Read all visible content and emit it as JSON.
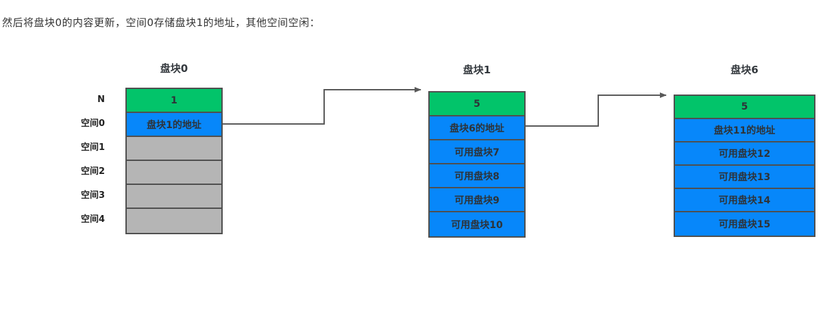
{
  "page": {
    "heading": "然后将盘块0的内容更新，空间0存储盘块1的地址，其他空间空闲："
  },
  "colors": {
    "used_green": "#02c46a",
    "free_blue": "#0787fa",
    "empty_gray": "#b5b5b5",
    "border": "#4f4f4f",
    "arrow": "#595959",
    "text": "#333333"
  },
  "row_labels": [
    "N",
    "空间0",
    "空间1",
    "空间2",
    "空间3",
    "空间4"
  ],
  "blocks": [
    {
      "title": "盘块0",
      "cells": [
        {
          "text": "1",
          "type": "green"
        },
        {
          "text": "盘块1的地址",
          "type": "blue"
        },
        {
          "text": "",
          "type": "gray"
        },
        {
          "text": "",
          "type": "gray"
        },
        {
          "text": "",
          "type": "gray"
        },
        {
          "text": "",
          "type": "gray"
        }
      ]
    },
    {
      "title": "盘块1",
      "cells": [
        {
          "text": "5",
          "type": "green"
        },
        {
          "text": "盘块6的地址",
          "type": "blue"
        },
        {
          "text": "可用盘块7",
          "type": "blue"
        },
        {
          "text": "可用盘块8",
          "type": "blue"
        },
        {
          "text": "可用盘块9",
          "type": "blue"
        },
        {
          "text": "可用盘块10",
          "type": "blue"
        }
      ]
    },
    {
      "title": "盘块6",
      "cells": [
        {
          "text": "5",
          "type": "green"
        },
        {
          "text": "盘块11的地址",
          "type": "blue"
        },
        {
          "text": "可用盘块12",
          "type": "blue"
        },
        {
          "text": "可用盘块13",
          "type": "blue"
        },
        {
          "text": "可用盘块14",
          "type": "blue"
        },
        {
          "text": "可用盘块15",
          "type": "blue"
        }
      ]
    }
  ]
}
